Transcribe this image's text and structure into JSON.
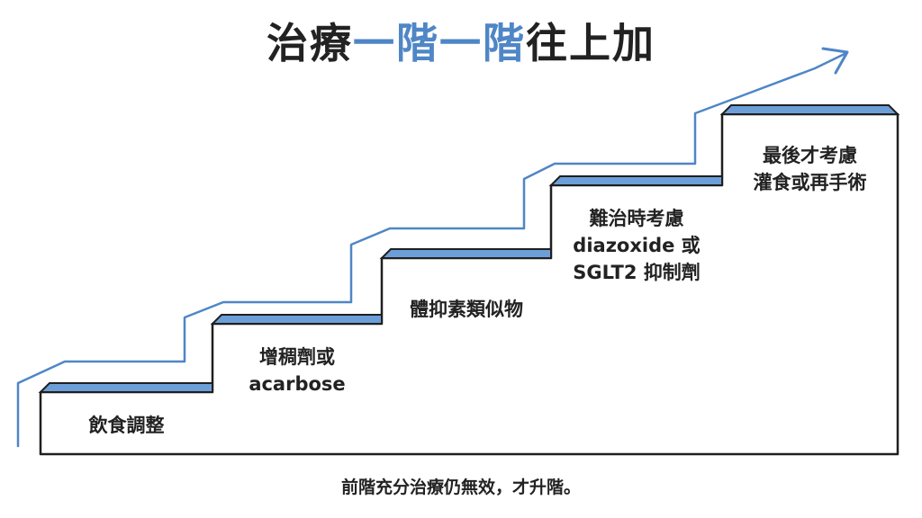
{
  "title": {
    "part1": "治療",
    "part2": "一階一階",
    "part3": "往上加"
  },
  "steps": [
    {
      "lines": [
        "飲食調整"
      ]
    },
    {
      "lines": [
        "增稠劑或",
        "acarbose"
      ]
    },
    {
      "lines": [
        "體抑素類似物"
      ]
    },
    {
      "lines": [
        "難治時考慮",
        "diazoxide 或",
        "SGLT2 抑制劑"
      ]
    },
    {
      "lines": [
        "最後才考慮",
        "灌食或再手術"
      ]
    }
  ],
  "footnote": "前階充分治療仍無效，才升階。",
  "colors": {
    "accent": "#4f86c6",
    "tread": "#6c9fd8",
    "outline": "#1f1f1f",
    "text": "#222222"
  }
}
